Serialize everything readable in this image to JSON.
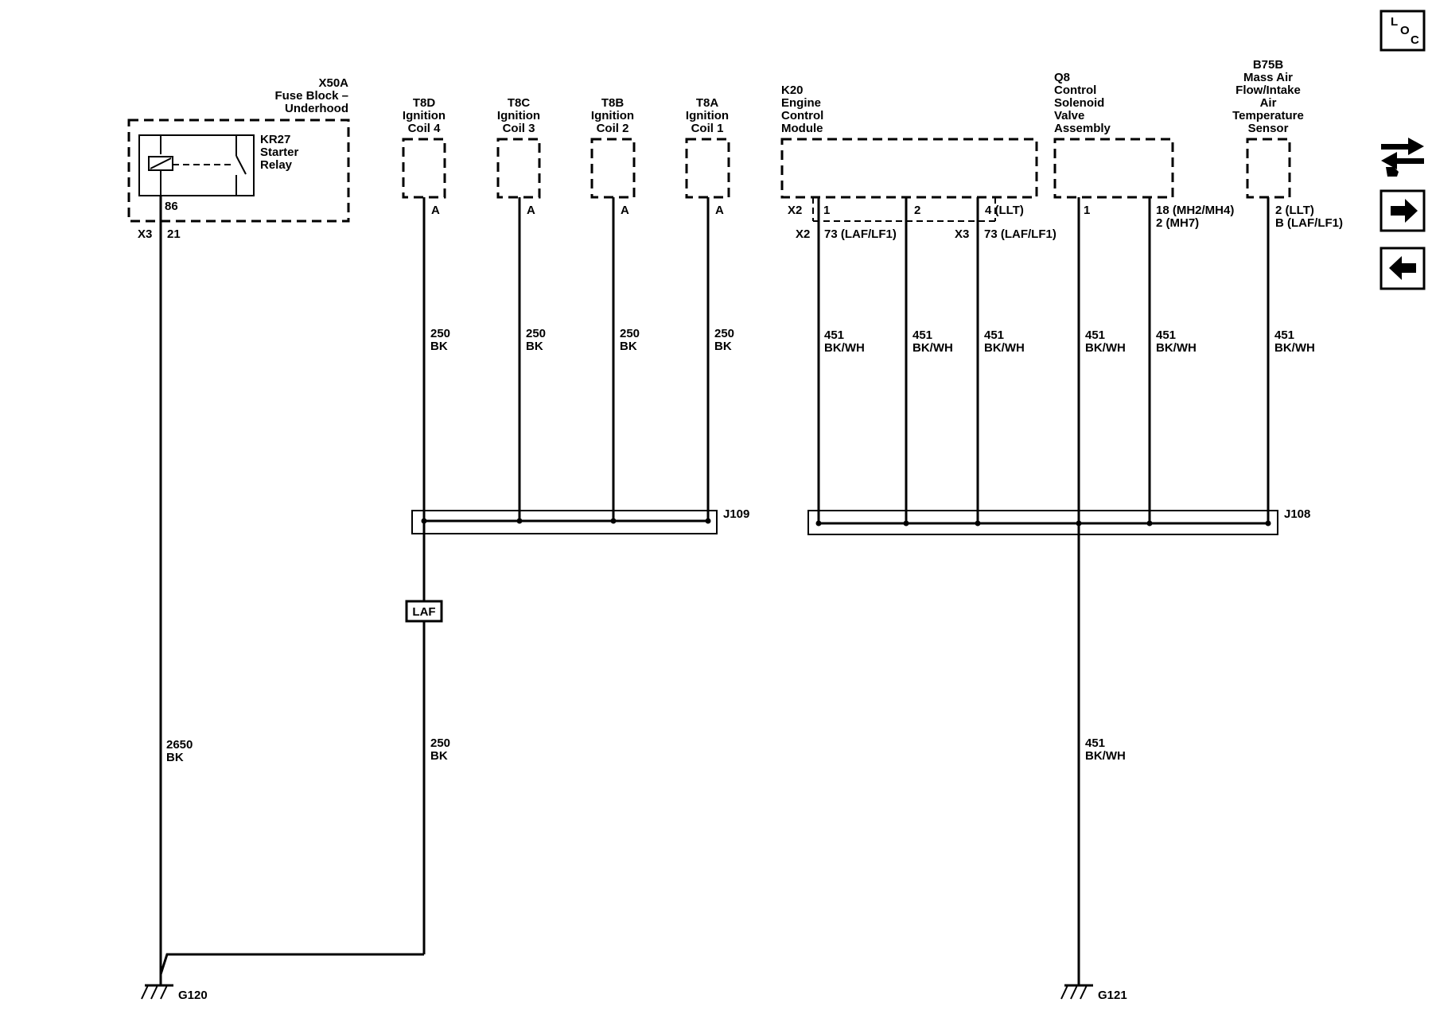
{
  "fuse_block": {
    "id": "X50A",
    "name_line1": "Fuse Block –",
    "name_line2": "Underhood"
  },
  "starter_relay": {
    "id": "KR27",
    "name_line1": "Starter",
    "name_line2": "Relay",
    "pin": "86"
  },
  "fuse_block_connector": {
    "connector": "X3",
    "pin": "21"
  },
  "coils": [
    {
      "id": "T8D",
      "line1": "Ignition",
      "line2": "Coil 4",
      "pin": "A",
      "circuit": "250",
      "color": "BK"
    },
    {
      "id": "T8C",
      "line1": "Ignition",
      "line2": "Coil 3",
      "pin": "A",
      "circuit": "250",
      "color": "BK"
    },
    {
      "id": "T8B",
      "line1": "Ignition",
      "line2": "Coil 2",
      "pin": "A",
      "circuit": "250",
      "color": "BK"
    },
    {
      "id": "T8A",
      "line1": "Ignition",
      "line2": "Coil 1",
      "pin": "A",
      "circuit": "250",
      "color": "BK"
    }
  ],
  "ecm": {
    "id": "K20",
    "line1": "Engine",
    "line2": "Control",
    "line3": "Module",
    "x2_label": "X2",
    "x2_label_lower": "X2",
    "x3_label": "X3",
    "pin1": "1",
    "pin2": "2",
    "pin4": "4 (LLT)",
    "alt1": "73 (LAF/LF1)",
    "alt3": "73 (LAF/LF1)"
  },
  "solenoid": {
    "id": "Q8",
    "line1": "Control",
    "line2": "Solenoid",
    "line3": "Valve",
    "line4": "Assembly",
    "pin": "1",
    "pin_alt1": "18 (MH2/MH4)",
    "pin_alt2": "2 (MH7)"
  },
  "maf": {
    "id": "B75B",
    "line1": "Mass Air",
    "line2": "Flow/Intake",
    "line3": "Air",
    "line4": "Temperature",
    "line5": "Sensor",
    "pin_alt1": "2 (LLT)",
    "pin_alt2": "B (LAF/LF1)"
  },
  "ground_wires": {
    "circuit": "451",
    "color": "BK/WH"
  },
  "splices": {
    "left": "J109",
    "right": "J108"
  },
  "laf_tag": "LAF",
  "relay_ground_wire": {
    "circuit": "2650",
    "color": "BK"
  },
  "coil_ground_wire": {
    "circuit": "250",
    "color": "BK"
  },
  "main_ground_wire": {
    "circuit": "451",
    "color": "BK/WH"
  },
  "grounds": {
    "left": "G120",
    "right": "G121"
  },
  "nav": {
    "loc_l": "L",
    "loc_o": "O",
    "loc_c": "C",
    "icons": [
      "loc-icon",
      "swap-arrows-icon",
      "arrow-right-icon",
      "arrow-left-icon"
    ]
  }
}
